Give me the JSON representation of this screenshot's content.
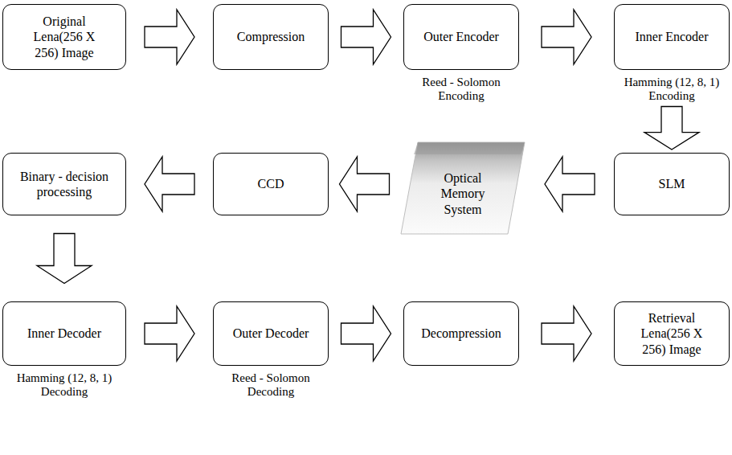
{
  "diagram": {
    "nodes": [
      {
        "text": [
          "Original Lena(256 X 256) Image"
        ]
      },
      {
        "text": [
          "Compression"
        ]
      },
      {
        "text": [
          "Outer Encoder",
          "Reed - Solomon Encoding"
        ]
      },
      {
        "text": [
          "Inner Encoder",
          "Hamming (12, 8, 1) Encoding"
        ]
      },
      {
        "text": [
          "Binary - decision processing"
        ]
      },
      {
        "text": [
          "CCD"
        ]
      },
      {
        "text": [
          "Optical Memory System"
        ]
      },
      {
        "text": [
          "SLM"
        ]
      },
      {
        "text": [
          "Inner Decoder",
          "Hamming (12, 8, 1) Decoding"
        ]
      },
      {
        "text": [
          "Outer Decoder",
          "Reed - Solomon Decoding"
        ]
      },
      {
        "text": [
          "Decompression"
        ]
      },
      {
        "text": [
          "Retrieval Lena(256 X 256) Image"
        ]
      }
    ],
    "edges": [
      {
        "from": 0,
        "to": 1,
        "arrow": "to"
      },
      {
        "from": 1,
        "to": 2,
        "arrow": "to"
      },
      {
        "from": 2,
        "to": 3,
        "arrow": "to"
      },
      {
        "from": 3,
        "to": 7,
        "arrow": "to"
      },
      {
        "from": 7,
        "to": 6,
        "arrow": "to"
      },
      {
        "from": 6,
        "to": 5,
        "arrow": "to"
      },
      {
        "from": 5,
        "to": 4,
        "arrow": "to"
      },
      {
        "from": 4,
        "to": 8,
        "arrow": "to"
      },
      {
        "from": 8,
        "to": 9,
        "arrow": "to"
      },
      {
        "from": 9,
        "to": 10,
        "arrow": "to"
      },
      {
        "from": 10,
        "to": 11,
        "arrow": "to"
      }
    ]
  }
}
